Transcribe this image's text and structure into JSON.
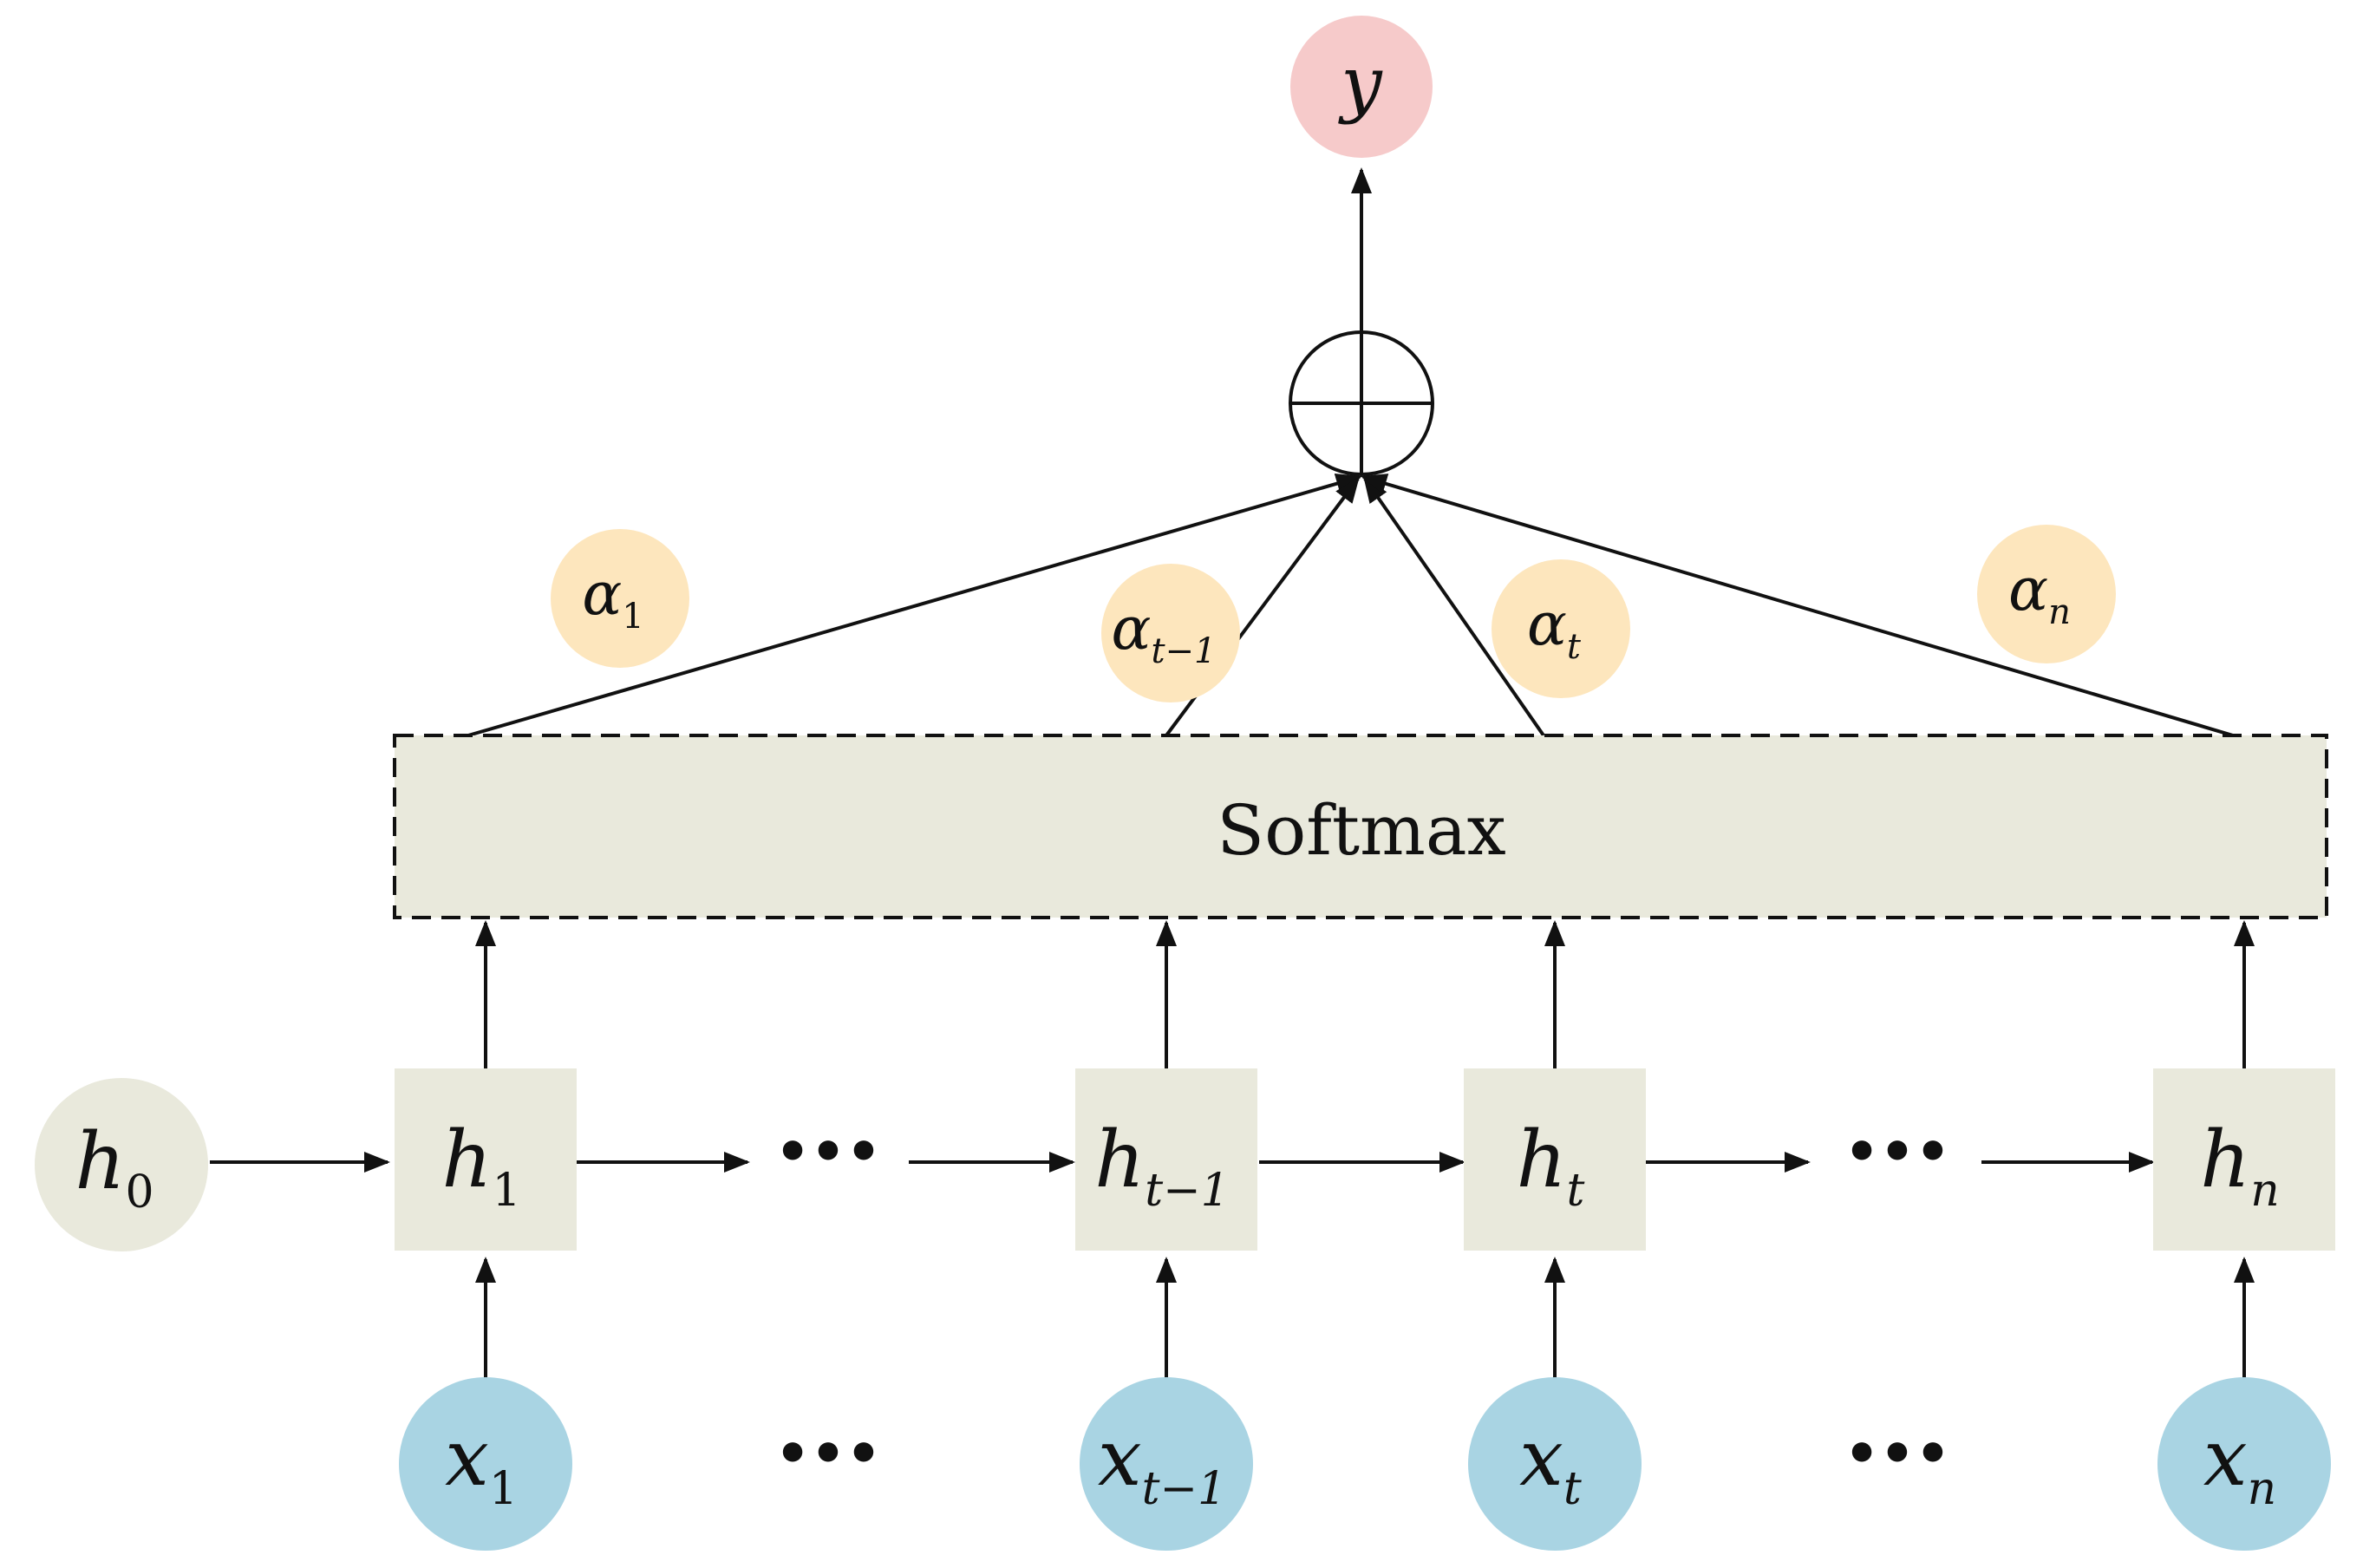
{
  "colors": {
    "background": "#ffffff",
    "hidden_state_fill": "#e9e9dc",
    "input_fill": "#a9d4e3",
    "attention_weight_fill": "#fde6bd",
    "output_fill": "#f6caca",
    "softmax_fill": "#e9e9dc",
    "stroke": "#111111"
  },
  "output": {
    "label": "y"
  },
  "aggregator": {
    "icon": "circle-plus-icon"
  },
  "softmax": {
    "label": "Softmax"
  },
  "attention_weights": [
    {
      "base": "α",
      "sub": "1"
    },
    {
      "base": "α",
      "sub": "t−1"
    },
    {
      "base": "α",
      "sub": "t"
    },
    {
      "base": "α",
      "sub": "n"
    }
  ],
  "initial_state": {
    "base": "h",
    "sub": "0"
  },
  "hidden_states": [
    {
      "base": "h",
      "sub": "1"
    },
    {
      "base": "h",
      "sub": "t−1"
    },
    {
      "base": "h",
      "sub": "t"
    },
    {
      "base": "h",
      "sub": "n"
    }
  ],
  "inputs": [
    {
      "base": "x",
      "sub": "1"
    },
    {
      "base": "x",
      "sub": "t−1"
    },
    {
      "base": "x",
      "sub": "t"
    },
    {
      "base": "x",
      "sub": "n"
    }
  ],
  "ellipsis": "•••"
}
